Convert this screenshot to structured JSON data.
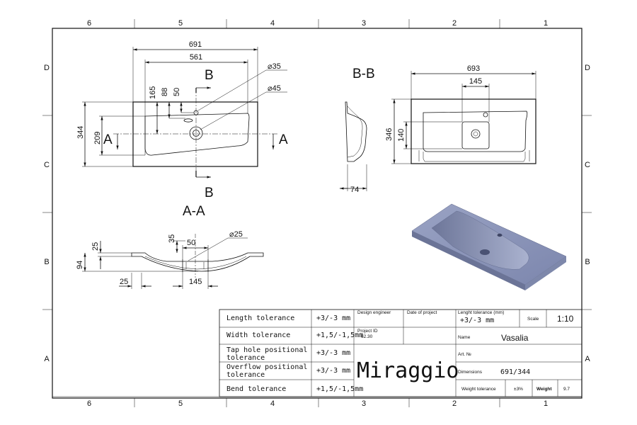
{
  "grid": {
    "columns": [
      "6",
      "5",
      "4",
      "3",
      "2",
      "1"
    ],
    "rows": [
      "D",
      "C",
      "B",
      "A"
    ]
  },
  "views": {
    "top": {
      "dims": [
        "691",
        "561",
        "165",
        "88",
        "50",
        "344",
        "209"
      ],
      "diameters": [
        "⌀35",
        "⌀45"
      ],
      "section_label": "A-A",
      "cut_a": "A",
      "cut_b": "B"
    },
    "section_bb": {
      "label": "B-B",
      "dims": [
        "693",
        "145",
        "346",
        "140",
        "74"
      ]
    },
    "section_aa": {
      "dims": [
        "25",
        "94",
        "35",
        "50",
        "25",
        "145"
      ],
      "diameter": "⌀25"
    }
  },
  "title_block": {
    "tolerances": [
      {
        "label": "Length tolerance",
        "value": "+3/-3 mm"
      },
      {
        "label": "Width tolerance",
        "value": "+1,5/-1,5mm"
      },
      {
        "label": "Tap hole positional tolerance",
        "value": "+3/-3 mm"
      },
      {
        "label": "Overflow positional tolerance",
        "value": "+3/-3 mm"
      },
      {
        "label": "Bend tolerance",
        "value": "+1,5/-1,5mm"
      }
    ],
    "design_engineer_label": "Design engineer",
    "date_label": "Date of project",
    "project_id_label": "Project ID",
    "project_id": "62.30",
    "brand": "Miraggio",
    "lenght_tolerance_label": "Lenght tolerance (mm)",
    "lenght_tolerance_value": "+3/-3 mm",
    "scale_label": "Scale",
    "scale_value": "1:10",
    "name_label": "Name",
    "name_value": "Vasalia",
    "art_label": "Art. №",
    "dimensions_label": "Dimensions",
    "dimensions_value": "691/344",
    "weight_tolerance_label": "Weight tolerance",
    "weight_tolerance_value": "±3%",
    "weight_label": "Weight",
    "weight_value": "9.7"
  }
}
